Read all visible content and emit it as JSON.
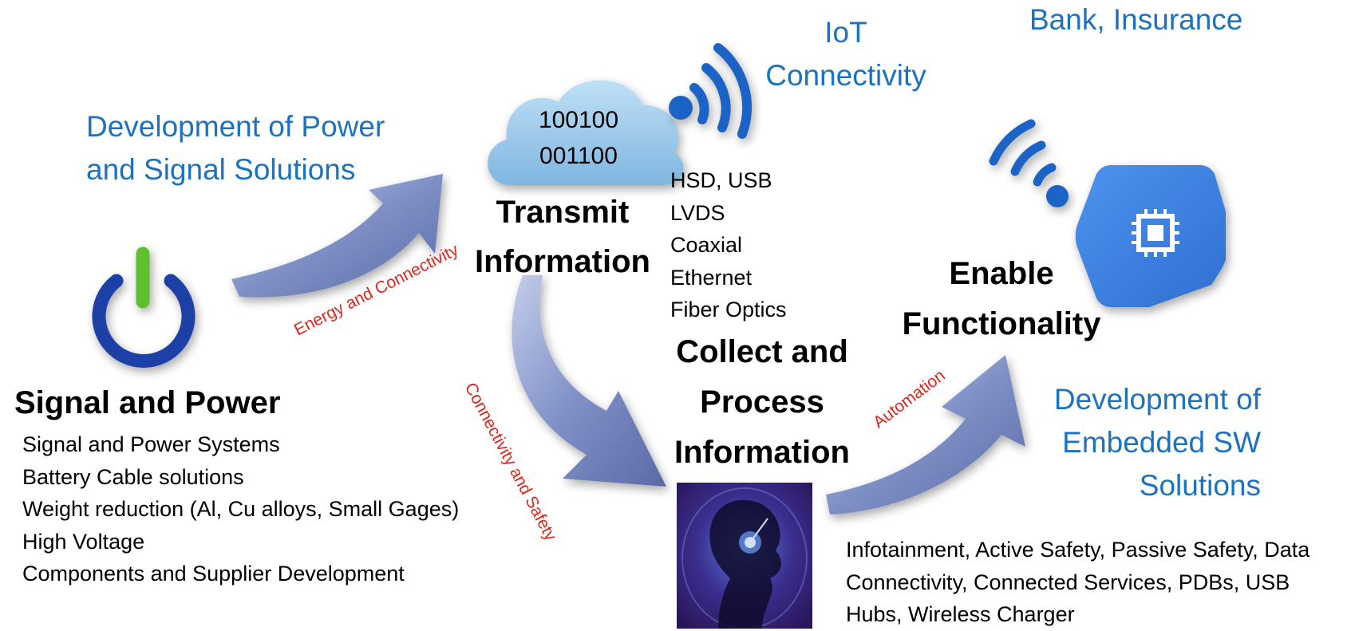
{
  "headings": {
    "dev_power": "Development of Power and Signal Solutions",
    "iot": "IoT Connectivity",
    "bank": "Bank, Insurance",
    "dev_embedded": "Development of Embedded SW Solutions"
  },
  "cloud": {
    "line1": "100100",
    "line2": "001100"
  },
  "stages": {
    "transmit": "Transmit Information",
    "collect": "Collect and Process Information",
    "enable": "Enable Functionality",
    "signal": "Signal and Power"
  },
  "transmit_list": [
    "HSD, USB",
    "LVDS",
    "Coaxial",
    "Ethernet",
    "Fiber Optics"
  ],
  "signal_list": [
    "Signal and Power Systems",
    "Battery Cable solutions",
    "Weight reduction (Al, Cu alloys, Small Gages)",
    "High Voltage",
    "Components and Supplier Development"
  ],
  "functionality_text": "Infotainment, Active Safety, Passive Safety, Data Connectivity, Connected Services, PDBs, USB Hubs, Wireless Charger",
  "arrow_labels": {
    "energy": "Energy and Connectivity",
    "safety": "Connectivity and Safety",
    "automation": "Automation"
  },
  "icons": [
    "power-icon",
    "cloud-icon",
    "wifi-icon",
    "chip-icon",
    "person-ai-icon"
  ],
  "colors": {
    "heading_blue": "#1d72c0",
    "arrow": "#7a8cc4",
    "label_red": "#e0241c",
    "cloud": "#9cc9ea",
    "chip_hex": "#3f86e5"
  }
}
